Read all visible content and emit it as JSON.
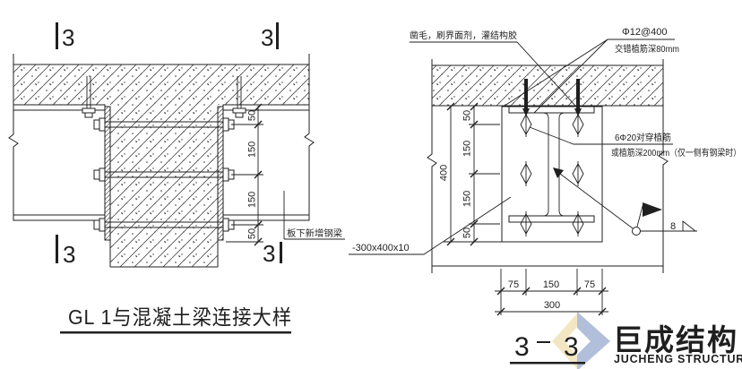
{
  "drawing": {
    "ink_color": "#1f1f1f",
    "left_view": {
      "title": "GL 1与混凝土梁连接大样",
      "section_marker": "3",
      "beam_label": "板下新增钢梁",
      "dim_chain": [
        "50",
        "150",
        "150",
        "50"
      ]
    },
    "right_view": {
      "title_number": "3",
      "surface_label": "凿毛，刷界面剂，灌结构胶",
      "anchor_label_line1": "Φ12@400",
      "anchor_label_line2": "交错植筋深80mm",
      "rebar_label_line1": "6Φ20对穿植筋",
      "rebar_label_line2": "或植筋深200mm（仅一侧有钢梁时）",
      "plate_label": "-300x400x10",
      "weld_size": "8",
      "dim_overall": "400",
      "dim_chain": [
        "50",
        "150",
        "150",
        "50"
      ],
      "dim_bottom": [
        "75",
        "150",
        "75"
      ],
      "dim_bottom_total": "300"
    },
    "logo": {
      "name_cn": "巨成结构",
      "name_en": "JUCHENG STRUCTURE",
      "text_color": "#b6c2d9",
      "mark_blue": "#b2bfda",
      "mark_yellow": "#f3e7c3"
    }
  }
}
